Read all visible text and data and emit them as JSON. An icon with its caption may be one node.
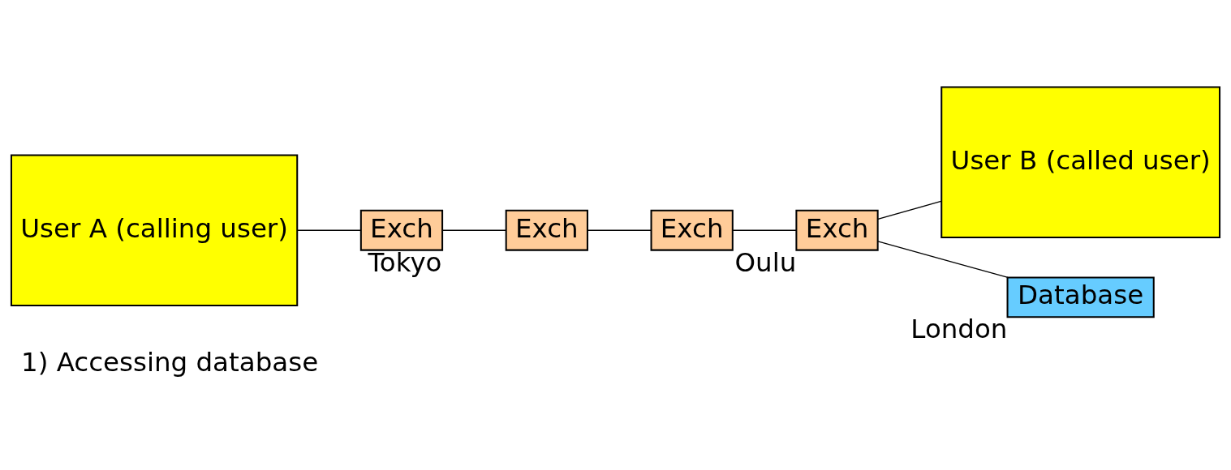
{
  "diagram": {
    "caption": "1) Accessing database",
    "nodes": [
      {
        "text": [
          "User A (calling user)"
        ]
      },
      {
        "text": [
          "Exch"
        ],
        "beside": [
          "Tokyo"
        ]
      },
      {
        "text": [
          "Exch"
        ]
      },
      {
        "text": [
          "Exch"
        ]
      },
      {
        "text": [
          "Exch"
        ],
        "beside": [
          "Oulu"
        ]
      },
      {
        "text": [
          "User B (called user)"
        ]
      },
      {
        "text": [
          "Database"
        ],
        "beside": [
          "London"
        ]
      }
    ],
    "edges": [
      {
        "from": 0,
        "to": 1,
        "arrow": "none"
      },
      {
        "from": 1,
        "to": 2,
        "arrow": "none"
      },
      {
        "from": 2,
        "to": 3,
        "arrow": "none"
      },
      {
        "from": 3,
        "to": 4,
        "arrow": "none"
      },
      {
        "from": 4,
        "to": 5,
        "arrow": "none"
      },
      {
        "from": 4,
        "to": 6,
        "arrow": "none"
      }
    ]
  }
}
